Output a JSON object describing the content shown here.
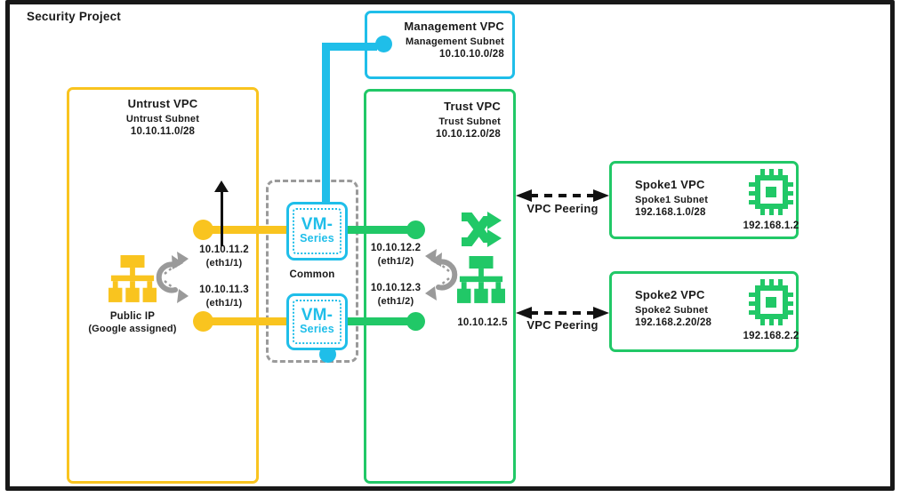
{
  "page": {
    "title": "Security Project"
  },
  "colors": {
    "untrust_yellow": "#F9C41F",
    "management_cyan": "#1FBEE9",
    "trust_green": "#21C867",
    "neutral_gray": "#9A9A9A",
    "ink_black": "#1A1A1A"
  },
  "vpcs": {
    "untrust": {
      "title": "Untrust VPC",
      "subnet": "Untrust Subnet",
      "cidr": "10.10.11.0/28"
    },
    "management": {
      "title": "Management VPC",
      "subnet": "Management Subnet",
      "cidr": "10.10.10.0/28"
    },
    "trust": {
      "title": "Trust VPC",
      "subnet": "Trust Subnet",
      "cidr": "10.10.12.0/28"
    },
    "spoke1": {
      "title": "Spoke1 VPC",
      "subnet": "Spoke1 Subnet",
      "cidr": "192.168.1.0/28",
      "instance_ip": "192.168.1.2"
    },
    "spoke2": {
      "title": "Spoke2 VPC",
      "subnet": "Spoke2 Subnet",
      "cidr": "192.168.2.20/28",
      "instance_ip": "192.168.2.2"
    }
  },
  "firewalls": {
    "group_label": "Common",
    "vm_line1": "VM-",
    "vm_line2": "Series"
  },
  "interfaces": {
    "untrust_fw1": {
      "ip": "10.10.11.2",
      "eth": "(eth1/1)"
    },
    "untrust_fw2": {
      "ip": "10.10.11.3",
      "eth": "(eth1/1)"
    },
    "trust_fw1": {
      "ip": "10.10.12.2",
      "eth": "(eth1/2)"
    },
    "trust_fw2": {
      "ip": "10.10.12.3",
      "eth": "(eth1/2)"
    }
  },
  "public_ip": {
    "line1": "Public IP",
    "line2": "(Google assigned)"
  },
  "internal_lb": {
    "ip": "10.10.12.5"
  },
  "peering": {
    "label": "VPC Peering"
  },
  "icons": {
    "load_balancer": "hierarchy of rectangles (frontend over three backends)",
    "shuffle": "two crossing right-pointing arrows",
    "cpu_chip": "chip outline with pins and solid core",
    "failover": "circular arrow with two dashed arrows to active/passive interfaces",
    "up_arrow": "black arrow pointing up to internet",
    "peering_arrow": "black dashed double-headed arrow"
  }
}
